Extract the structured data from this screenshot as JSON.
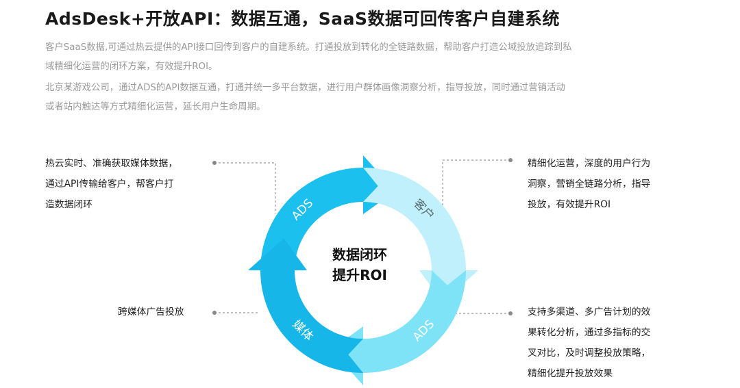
{
  "title": "AdsDesk+开放API：数据互通，SaaS数据可回传客户自建系统",
  "intro": {
    "paragraph1": [
      "客户SaaS数据,可通过热云提供的API接口回传到客户的自建系统。打通投放到转化的全链路数据，帮助客户打造公域投放追踪到私",
      "域精细化运营的闭环方案，有效提升ROI。"
    ],
    "paragraph2": [
      "北京某游戏公司，通过ADS的API数据互通，打通并统一多平台数据，进行用户群体画像洞察分析，指导投放，同时通过营销活动",
      "或者站内触达等方式精细化运营，延长用户生命周期。"
    ]
  },
  "cycle": {
    "center": [
      "数据闭环",
      "提升ROI"
    ],
    "segments": [
      {
        "label": "ADS",
        "color": "#1cc0ee"
      },
      {
        "label": "客户",
        "color": "#bff0fb"
      },
      {
        "label": "ADS",
        "color": "#7fe3f8"
      },
      {
        "label": "媒体",
        "color": "#16b6e9"
      }
    ]
  },
  "notes": {
    "top_left": [
      "热云实时、准确获取媒体数据，",
      "通过API传输给客户，帮客户打",
      "造数据闭环"
    ],
    "middle_left": [
      "跨媒体广告投放"
    ],
    "top_right": [
      "精细化运营，深度的用户行为",
      "洞察，营销全链路分析，指导",
      "投放，有效提升ROI"
    ],
    "bottom_right": [
      "支持多渠道、多广告计划的效",
      "果转化分析，通过多指标的交",
      "叉对比，及时调整投放策略，",
      "精细化提升投放效果"
    ]
  }
}
